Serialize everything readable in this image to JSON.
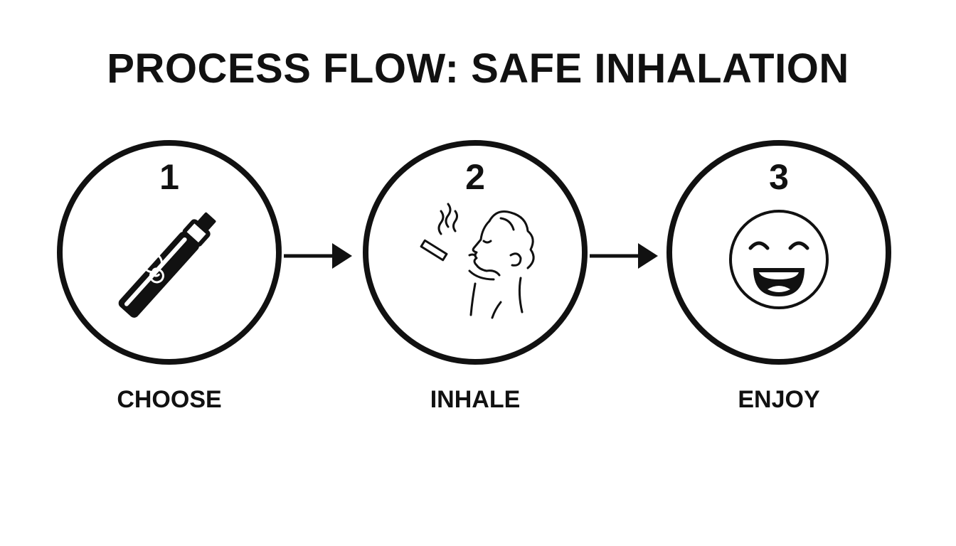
{
  "title": "PROCESS FLOW: SAFE INHALATION",
  "steps": [
    {
      "number": "1",
      "label": "CHOOSE",
      "icon": "vape-pen-icon"
    },
    {
      "number": "2",
      "label": "INHALE",
      "icon": "person-inhaling-icon"
    },
    {
      "number": "3",
      "label": "ENJOY",
      "icon": "smiley-face-icon"
    }
  ],
  "colors": {
    "ink": "#111111",
    "background": "#ffffff"
  }
}
